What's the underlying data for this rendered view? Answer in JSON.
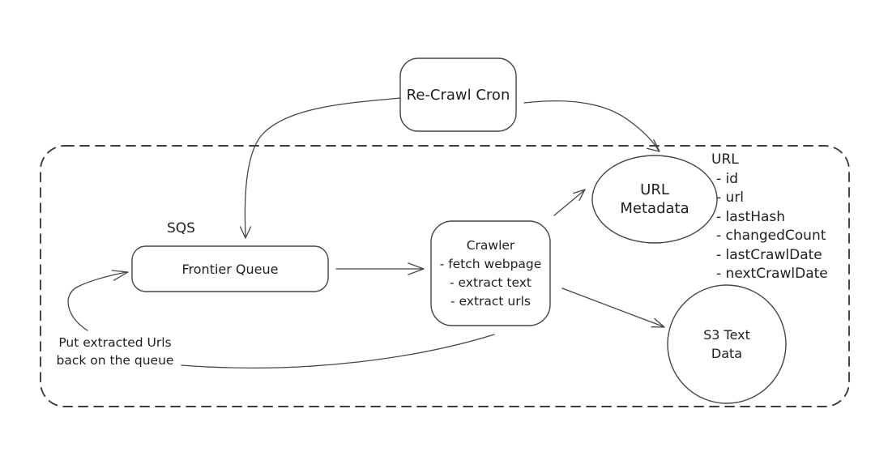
{
  "diagram": {
    "background": "#ffffff",
    "stroke_color": "#454545",
    "text_color": "#1f1f1f",
    "nodes": {
      "recrawl_cron": {
        "label": "Re-Crawl Cron"
      },
      "sqs_label": "SQS",
      "frontier_queue": {
        "label": "Frontier Queue"
      },
      "crawler": {
        "title": "Crawler",
        "items": [
          "- fetch webpage",
          "- extract text",
          "- extract urls"
        ]
      },
      "url_metadata": {
        "line1": "URL",
        "line2": "Metadata"
      },
      "url_schema": {
        "title": "URL",
        "fields": [
          "- id",
          "- url",
          "- lastHash",
          "- changedCount",
          "- lastCrawlDate",
          "- nextCrawlDate"
        ]
      },
      "s3_text_data": {
        "line1": "S3 Text",
        "line2": "Data"
      },
      "note": {
        "line1": "Put extracted Urls",
        "line2": "back on the queue"
      }
    }
  }
}
